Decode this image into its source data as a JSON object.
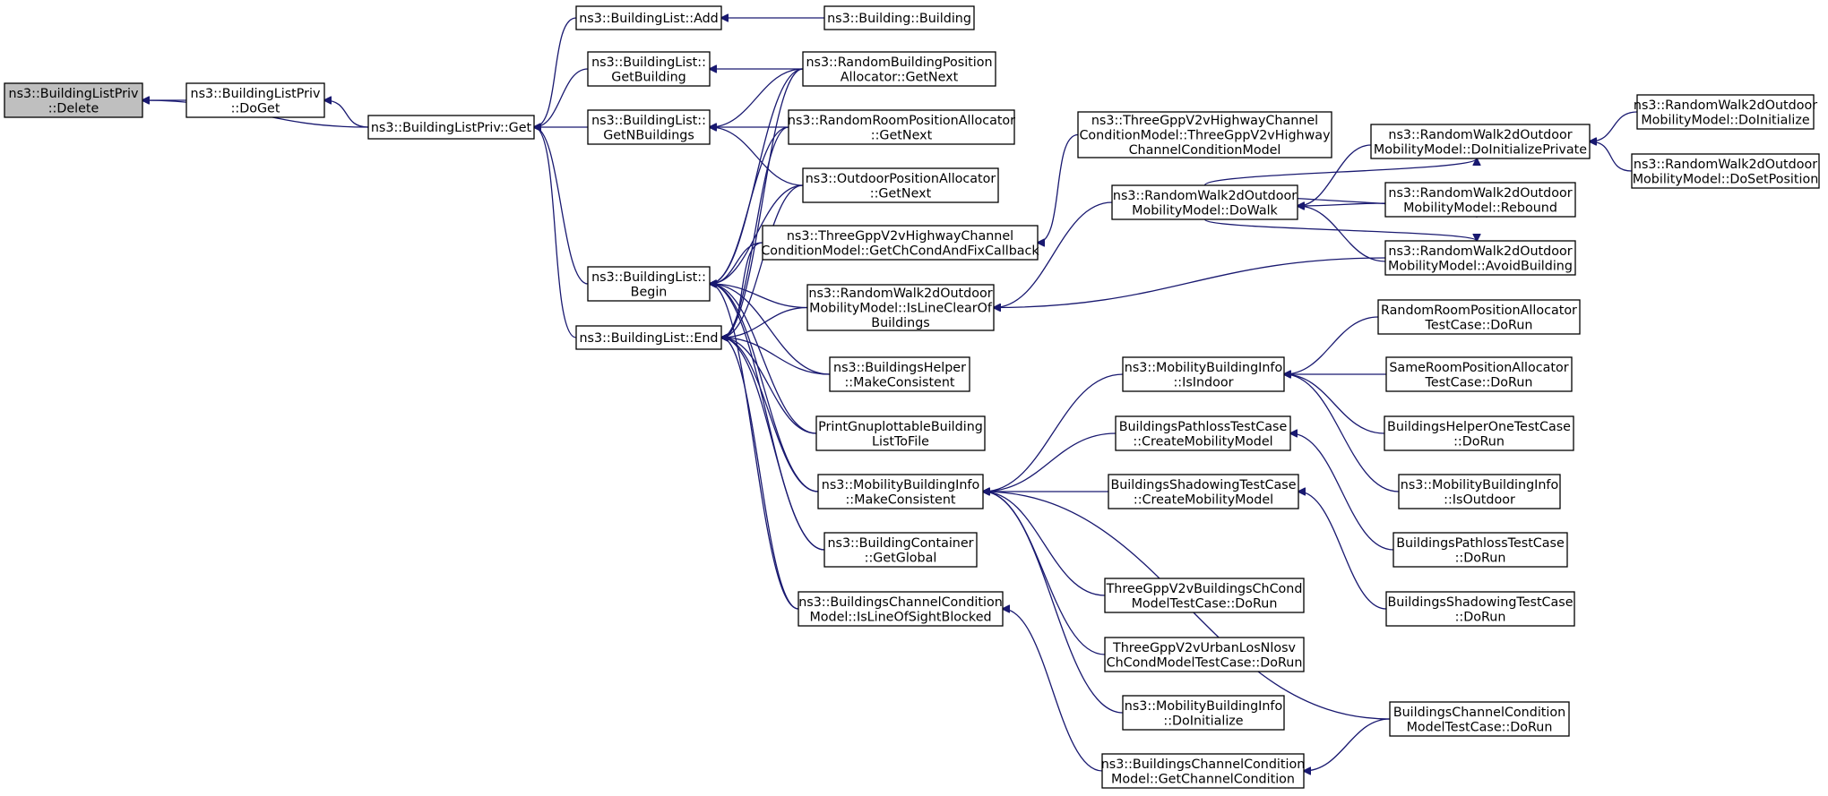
{
  "colors": {
    "edge": "#191970",
    "node_border": "#000000",
    "root_fill": "#bfbfbf",
    "node_fill": "#ffffff",
    "background": "#ffffff"
  },
  "nodes": [
    {
      "id": "n0",
      "lines": [
        "ns3::BuildingListPriv",
        "::Delete"
      ],
      "root": true
    },
    {
      "id": "n1",
      "lines": [
        "ns3::BuildingListPriv",
        "::DoGet"
      ]
    },
    {
      "id": "n2",
      "lines": [
        "ns3::BuildingListPriv::Get"
      ]
    },
    {
      "id": "n3",
      "lines": [
        "ns3::BuildingList::Add"
      ]
    },
    {
      "id": "n4",
      "lines": [
        "ns3::BuildingList::",
        "GetBuilding"
      ]
    },
    {
      "id": "n5",
      "lines": [
        "ns3::BuildingList::",
        "GetNBuildings"
      ]
    },
    {
      "id": "n6",
      "lines": [
        "ns3::BuildingList::",
        "Begin"
      ]
    },
    {
      "id": "n7",
      "lines": [
        "ns3::BuildingList::End"
      ]
    },
    {
      "id": "n8",
      "lines": [
        "ns3::Building::Building"
      ]
    },
    {
      "id": "n9",
      "lines": [
        "ns3::RandomBuildingPosition",
        "Allocator::GetNext"
      ]
    },
    {
      "id": "n10",
      "lines": [
        "ns3::RandomRoomPositionAllocator",
        "::GetNext"
      ]
    },
    {
      "id": "n11",
      "lines": [
        "ns3::OutdoorPositionAllocator",
        "::GetNext"
      ]
    },
    {
      "id": "n12",
      "lines": [
        "ns3::ThreeGppV2vHighwayChannel",
        "ConditionModel::GetChCondAndFixCallback"
      ]
    },
    {
      "id": "n13",
      "lines": [
        "ns3::RandomWalk2dOutdoor",
        "MobilityModel::IsLineClearOf",
        "Buildings"
      ]
    },
    {
      "id": "n14",
      "lines": [
        "ns3::BuildingsHelper",
        "::MakeConsistent"
      ]
    },
    {
      "id": "n15",
      "lines": [
        "PrintGnuplottableBuilding",
        "ListToFile"
      ]
    },
    {
      "id": "n16",
      "lines": [
        "ns3::MobilityBuildingInfo",
        "::MakeConsistent"
      ]
    },
    {
      "id": "n17",
      "lines": [
        "ns3::BuildingContainer",
        "::GetGlobal"
      ]
    },
    {
      "id": "n18",
      "lines": [
        "ns3::BuildingsChannelCondition",
        "Model::IsLineOfSightBlocked"
      ]
    },
    {
      "id": "n19",
      "lines": [
        "ns3::ThreeGppV2vHighwayChannel",
        "ConditionModel::ThreeGppV2vHighway",
        "ChannelConditionModel"
      ]
    },
    {
      "id": "n20",
      "lines": [
        "ns3::RandomWalk2dOutdoor",
        "MobilityModel::DoWalk"
      ]
    },
    {
      "id": "n21",
      "lines": [
        "ns3::RandomWalk2dOutdoor",
        "MobilityModel::DoInitializePrivate"
      ]
    },
    {
      "id": "n22",
      "lines": [
        "ns3::RandomWalk2dOutdoor",
        "MobilityModel::Rebound"
      ]
    },
    {
      "id": "n23",
      "lines": [
        "ns3::RandomWalk2dOutdoor",
        "MobilityModel::AvoidBuilding"
      ]
    },
    {
      "id": "n24",
      "lines": [
        "ns3::RandomWalk2dOutdoor",
        "MobilityModel::DoInitialize"
      ]
    },
    {
      "id": "n25",
      "lines": [
        "ns3::RandomWalk2dOutdoor",
        "MobilityModel::DoSetPosition"
      ]
    },
    {
      "id": "n26",
      "lines": [
        "ns3::MobilityBuildingInfo",
        "::IsIndoor"
      ]
    },
    {
      "id": "n27",
      "lines": [
        "BuildingsPathlossTestCase",
        "::CreateMobilityModel"
      ]
    },
    {
      "id": "n28",
      "lines": [
        "BuildingsShadowingTestCase",
        "::CreateMobilityModel"
      ]
    },
    {
      "id": "n29",
      "lines": [
        "ThreeGppV2vBuildingsChCond",
        "ModelTestCase::DoRun"
      ]
    },
    {
      "id": "n30",
      "lines": [
        "ThreeGppV2vUrbanLosNlosv",
        "ChCondModelTestCase::DoRun"
      ]
    },
    {
      "id": "n31",
      "lines": [
        "ns3::MobilityBuildingInfo",
        "::DoInitialize"
      ]
    },
    {
      "id": "n32",
      "lines": [
        "ns3::BuildingsChannelCondition",
        "Model::GetChannelCondition"
      ]
    },
    {
      "id": "n33",
      "lines": [
        "RandomRoomPositionAllocator",
        "TestCase::DoRun"
      ]
    },
    {
      "id": "n34",
      "lines": [
        "SameRoomPositionAllocator",
        "TestCase::DoRun"
      ]
    },
    {
      "id": "n35",
      "lines": [
        "BuildingsHelperOneTestCase",
        "::DoRun"
      ]
    },
    {
      "id": "n36",
      "lines": [
        "ns3::MobilityBuildingInfo",
        "::IsOutdoor"
      ]
    },
    {
      "id": "n37",
      "lines": [
        "BuildingsPathlossTestCase",
        "::DoRun"
      ]
    },
    {
      "id": "n38",
      "lines": [
        "BuildingsShadowingTestCase",
        "::DoRun"
      ]
    },
    {
      "id": "n39",
      "lines": [
        "BuildingsChannelCondition",
        "ModelTestCase::DoRun"
      ]
    }
  ],
  "edges": [
    [
      "n1",
      "n0"
    ],
    [
      "n2",
      "n0"
    ],
    [
      "n2",
      "n1"
    ],
    [
      "n3",
      "n2"
    ],
    [
      "n4",
      "n2"
    ],
    [
      "n5",
      "n2"
    ],
    [
      "n6",
      "n2"
    ],
    [
      "n7",
      "n2"
    ],
    [
      "n8",
      "n3"
    ],
    [
      "n9",
      "n4"
    ],
    [
      "n9",
      "n5"
    ],
    [
      "n10",
      "n5"
    ],
    [
      "n11",
      "n5"
    ],
    [
      "n9",
      "n6"
    ],
    [
      "n10",
      "n6"
    ],
    [
      "n11",
      "n6"
    ],
    [
      "n12",
      "n6"
    ],
    [
      "n13",
      "n6"
    ],
    [
      "n14",
      "n6"
    ],
    [
      "n15",
      "n6"
    ],
    [
      "n16",
      "n6"
    ],
    [
      "n17",
      "n6"
    ],
    [
      "n18",
      "n6"
    ],
    [
      "n9",
      "n7"
    ],
    [
      "n10",
      "n7"
    ],
    [
      "n11",
      "n7"
    ],
    [
      "n12",
      "n7"
    ],
    [
      "n13",
      "n7"
    ],
    [
      "n14",
      "n7"
    ],
    [
      "n15",
      "n7"
    ],
    [
      "n16",
      "n7"
    ],
    [
      "n17",
      "n7"
    ],
    [
      "n18",
      "n7"
    ],
    [
      "n19",
      "n12"
    ],
    [
      "n20",
      "n13"
    ],
    [
      "n23",
      "n13"
    ],
    [
      "n21",
      "n20"
    ],
    [
      "n22",
      "n20"
    ],
    [
      "n23",
      "n20"
    ],
    [
      "n20",
      "n21"
    ],
    [
      "n20",
      "n22"
    ],
    [
      "n20",
      "n23"
    ],
    [
      "n24",
      "n21"
    ],
    [
      "n25",
      "n21"
    ],
    [
      "n26",
      "n16"
    ],
    [
      "n27",
      "n16"
    ],
    [
      "n28",
      "n16"
    ],
    [
      "n29",
      "n16"
    ],
    [
      "n30",
      "n16"
    ],
    [
      "n31",
      "n16"
    ],
    [
      "n39",
      "n16"
    ],
    [
      "n32",
      "n18"
    ],
    [
      "n39",
      "n32"
    ],
    [
      "n33",
      "n26"
    ],
    [
      "n34",
      "n26"
    ],
    [
      "n35",
      "n26"
    ],
    [
      "n36",
      "n26"
    ],
    [
      "n37",
      "n27"
    ],
    [
      "n38",
      "n28"
    ]
  ]
}
